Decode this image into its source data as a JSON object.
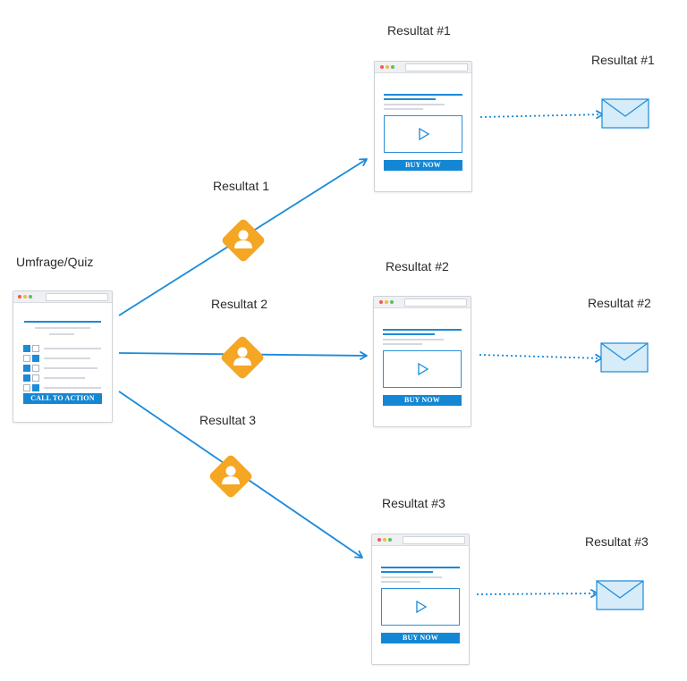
{
  "quiz": {
    "title": "Umfrage/Quiz",
    "cta_label": "CALL TO ACTION"
  },
  "results": [
    {
      "path_label": "Resultat 1",
      "page_label": "Resultat #1",
      "email_label": "Resultat #1",
      "button_label": "BUY NOW"
    },
    {
      "path_label": "Resultat 2",
      "page_label": "Resultat #2",
      "email_label": "Resultat #2",
      "button_label": "BUY NOW"
    },
    {
      "path_label": "Resultat 3",
      "page_label": "Resultat #3",
      "email_label": "Resultat #3",
      "button_label": "BUY NOW"
    }
  ],
  "colors": {
    "arrow": "#1a8ad9",
    "persona_badge": "#f5a623",
    "envelope_fill": "#d6ecf9",
    "envelope_stroke": "#1a8ad9",
    "button": "#1487d4"
  },
  "icons": {
    "persona": "user-diamond-icon",
    "email": "envelope-icon",
    "play": "play-icon"
  }
}
